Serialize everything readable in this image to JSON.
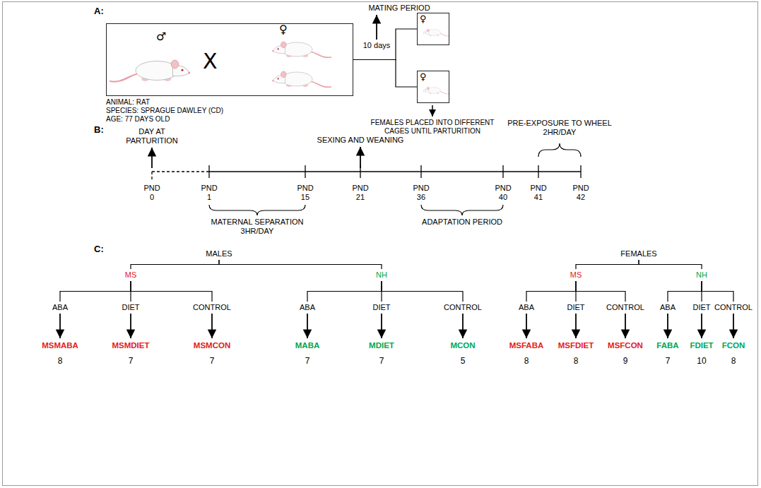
{
  "diagram": {
    "nodes": [
      {
        "text": [
          "♂",
          "X",
          "♀"
        ]
      },
      {
        "text": [
          "♀"
        ]
      },
      {
        "text": [
          "♀"
        ]
      },
      {
        "text": [
          "MALES"
        ]
      },
      {
        "text": [
          "MS"
        ]
      },
      {
        "text": [
          "NH"
        ]
      },
      {
        "text": [
          "ABA"
        ]
      },
      {
        "text": [
          "DIET"
        ]
      },
      {
        "text": [
          "CONTROL"
        ]
      },
      {
        "text": [
          "ABA"
        ]
      },
      {
        "text": [
          "DIET"
        ]
      },
      {
        "text": [
          "CONTROL"
        ]
      },
      {
        "text": [
          "MSMABA",
          "8"
        ]
      },
      {
        "text": [
          "MSMDIET",
          "7"
        ]
      },
      {
        "text": [
          "MSMCON",
          "7"
        ]
      },
      {
        "text": [
          "MABA",
          "7"
        ]
      },
      {
        "text": [
          "MDIET",
          "7"
        ]
      },
      {
        "text": [
          "MCON",
          "5"
        ]
      },
      {
        "text": [
          "FEMALES"
        ]
      },
      {
        "text": [
          "MS"
        ]
      },
      {
        "text": [
          "NH"
        ]
      },
      {
        "text": [
          "ABA"
        ]
      },
      {
        "text": [
          "DIET"
        ]
      },
      {
        "text": [
          "CONTROL"
        ]
      },
      {
        "text": [
          "ABA"
        ]
      },
      {
        "text": [
          "DIET"
        ]
      },
      {
        "text": [
          "CONTROL"
        ]
      },
      {
        "text": [
          "MSFABA",
          "8"
        ]
      },
      {
        "text": [
          "MSFDIET",
          "8"
        ]
      },
      {
        "text": [
          "MSFCON",
          "9"
        ]
      },
      {
        "text": [
          "FABA",
          "7"
        ]
      },
      {
        "text": [
          "FDIET",
          "10"
        ]
      },
      {
        "text": [
          "FCON",
          "8"
        ]
      }
    ],
    "edges": [
      {
        "from": 0,
        "to": 1,
        "arrow": "none"
      },
      {
        "from": 0,
        "to": 2,
        "arrow": "none"
      },
      {
        "from": 3,
        "to": 4,
        "arrow": "none"
      },
      {
        "from": 3,
        "to": 5,
        "arrow": "none"
      },
      {
        "from": 4,
        "to": 6,
        "arrow": "none"
      },
      {
        "from": 4,
        "to": 7,
        "arrow": "none"
      },
      {
        "from": 4,
        "to": 8,
        "arrow": "none"
      },
      {
        "from": 5,
        "to": 9,
        "arrow": "none"
      },
      {
        "from": 5,
        "to": 10,
        "arrow": "none"
      },
      {
        "from": 5,
        "to": 11,
        "arrow": "none"
      },
      {
        "from": 6,
        "to": 12,
        "arrow": "to"
      },
      {
        "from": 7,
        "to": 13,
        "arrow": "to"
      },
      {
        "from": 8,
        "to": 14,
        "arrow": "to"
      },
      {
        "from": 9,
        "to": 15,
        "arrow": "to"
      },
      {
        "from": 10,
        "to": 16,
        "arrow": "to"
      },
      {
        "from": 11,
        "to": 17,
        "arrow": "to"
      },
      {
        "from": 18,
        "to": 19,
        "arrow": "none"
      },
      {
        "from": 18,
        "to": 20,
        "arrow": "none"
      },
      {
        "from": 19,
        "to": 21,
        "arrow": "none"
      },
      {
        "from": 19,
        "to": 22,
        "arrow": "none"
      },
      {
        "from": 19,
        "to": 23,
        "arrow": "none"
      },
      {
        "from": 20,
        "to": 24,
        "arrow": "none"
      },
      {
        "from": 20,
        "to": 25,
        "arrow": "none"
      },
      {
        "from": 20,
        "to": 26,
        "arrow": "none"
      },
      {
        "from": 21,
        "to": 27,
        "arrow": "to"
      },
      {
        "from": 22,
        "to": 28,
        "arrow": "to"
      },
      {
        "from": 23,
        "to": 29,
        "arrow": "to"
      },
      {
        "from": 24,
        "to": 30,
        "arrow": "to"
      },
      {
        "from": 25,
        "to": 31,
        "arrow": "to"
      },
      {
        "from": 26,
        "to": 32,
        "arrow": "to"
      }
    ],
    "labels": [
      "A:",
      "ANIMAL: RAT",
      "SPECIES: SPRAGUE DAWLEY (CD)",
      "AGE: 77 DAYS OLD",
      "MATING PERIOD",
      "10 days",
      "FEMALES PLACED INTO DIFFERENT CAGES UNTIL PARTURITION",
      "B:",
      "DAY AT PARTURITION",
      "SEXING AND WEANING",
      "PRE-EXPOSURE TO WHEEL 2HR/DAY",
      "PND 0",
      "PND 1",
      "PND 15",
      "PND 21",
      "PND 36",
      "PND 40",
      "PND 41",
      "PND 42",
      "MATERNAL SEPARATION 3HR/DAY",
      "ADAPTATION PERIOD",
      "C:"
    ]
  }
}
